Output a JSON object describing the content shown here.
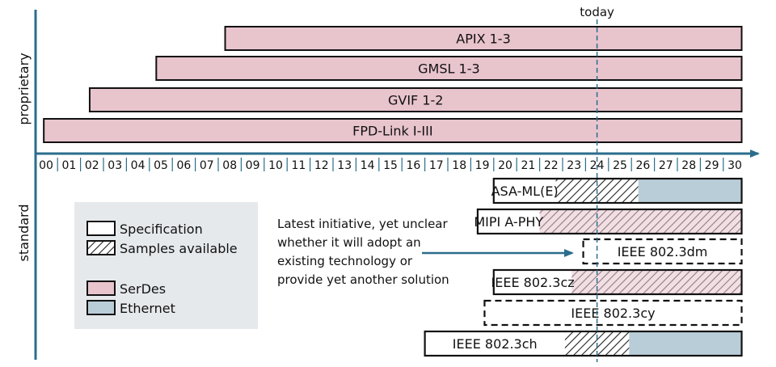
{
  "today_label": "today",
  "axis_labels": {
    "proprietary": "proprietary",
    "standard": "standard"
  },
  "years": [
    "00",
    "01",
    "02",
    "03",
    "04",
    "05",
    "06",
    "07",
    "08",
    "09",
    "10",
    "11",
    "12",
    "13",
    "14",
    "15",
    "16",
    "17",
    "18",
    "19",
    "20",
    "21",
    "22",
    "23",
    "24",
    "25",
    "26",
    "27",
    "28",
    "29",
    "30"
  ],
  "colors": {
    "serdes": "#e8c4cd",
    "ethernet": "#b9cdd8",
    "spec": "#ffffff",
    "legend_bg": "#e6e9ec",
    "axis": "#2b6d8c",
    "outline": "#111111"
  },
  "legend": {
    "specification": "Specification",
    "samples": "Samples available",
    "serdes": "SerDes",
    "ethernet": "Ethernet"
  },
  "annotation": {
    "lines": [
      "Latest initiative, yet unclear",
      "whether it will adopt an",
      "existing technology or",
      "provide yet another solution"
    ]
  },
  "proprietary_bars": [
    {
      "label": "APIX 1-3",
      "start_year": 7.8,
      "end_year": 30.3
    },
    {
      "label": "GMSL 1-3",
      "start_year": 4.8,
      "end_year": 30.3
    },
    {
      "label": "GVIF 1-2",
      "start_year": 1.9,
      "end_year": 30.3
    },
    {
      "label": "FPD-Link I-III",
      "start_year": -0.1,
      "end_year": 30.3
    }
  ],
  "standard_bars": [
    {
      "label": "ASA-ML(E)",
      "start_year": 19.5,
      "samples_start": 22.2,
      "family_start": 25.8,
      "end_year": 30.3,
      "family": "ethernet",
      "dashed": false
    },
    {
      "label": "MIPI A-PHY",
      "start_year": 18.8,
      "samples_start": 21.5,
      "family_start": null,
      "end_year": 30.3,
      "family": "serdes",
      "dashed": false
    },
    {
      "label": "IEEE 802.3dm",
      "start_year": 23.4,
      "samples_start": null,
      "family_start": null,
      "end_year": 30.3,
      "family": null,
      "dashed": true
    },
    {
      "label": "IEEE 802.3cz",
      "start_year": 19.5,
      "samples_start": 22.9,
      "family_start": null,
      "end_year": 30.3,
      "family": "serdes",
      "dashed": false
    },
    {
      "label": "IEEE 802.3cy",
      "start_year": 19.1,
      "samples_start": null,
      "family_start": null,
      "end_year": 30.3,
      "family": null,
      "dashed": true
    },
    {
      "label": "IEEE 802.3ch",
      "start_year": 16.5,
      "samples_start": 22.6,
      "family_start": 25.4,
      "end_year": 30.3,
      "family": "ethernet",
      "dashed": false
    }
  ],
  "today_year": 24.0
}
